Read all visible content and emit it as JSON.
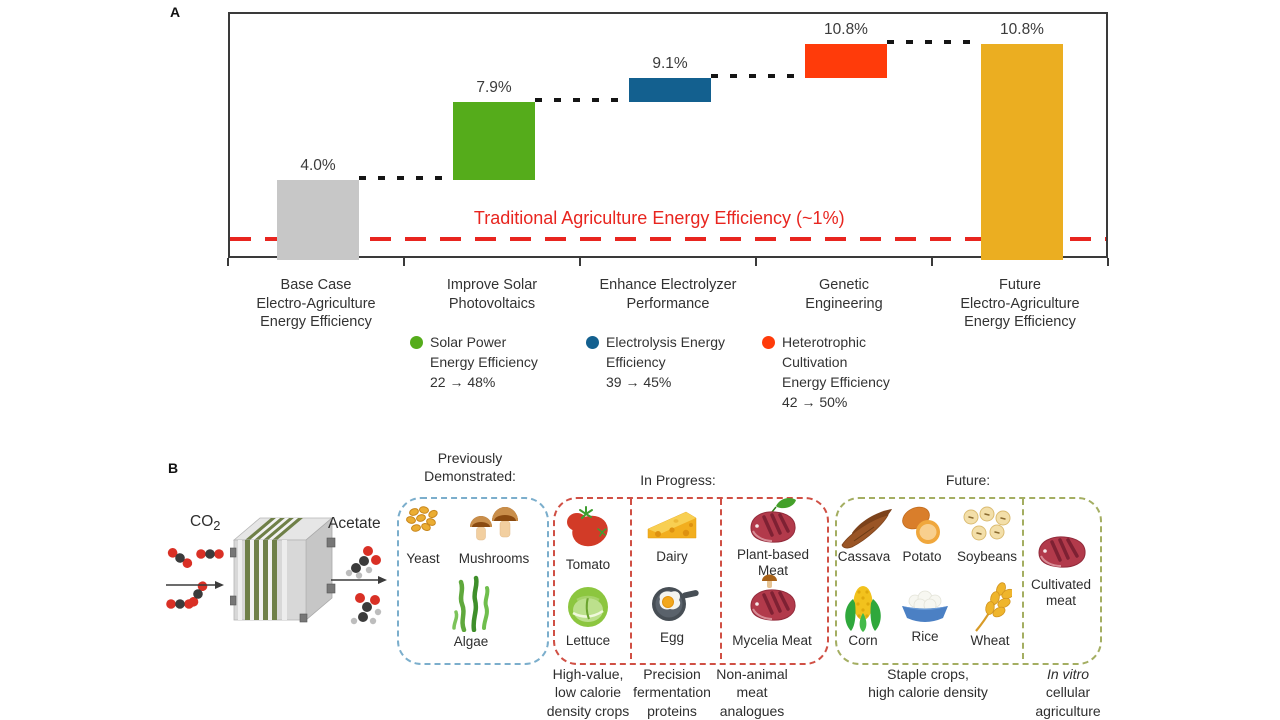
{
  "figure_background": "#ffffff",
  "panelA": {
    "label": "A"
  },
  "chart_data": {
    "type": "bar",
    "subtype": "waterfall",
    "unit": "%",
    "ylim": [
      0,
      12.3
    ],
    "grid": false,
    "categories": [
      "Base Case\nElectro-Agriculture\nEnergy Efficiency",
      "Improve Solar\nPhotovoltaics",
      "Enhance Electrolyzer\nPerformance",
      "Genetic\nEngineering",
      "Future\nElectro-Agriculture\nEnergy Efficiency"
    ],
    "bars": [
      {
        "label": "4.0%",
        "start": 0,
        "end": 4.0,
        "color": "#c7c7c7"
      },
      {
        "label": "7.9%",
        "start": 4.0,
        "end": 7.9,
        "color": "#55ac1b"
      },
      {
        "label": "9.1%",
        "start": 7.9,
        "end": 9.1,
        "color": "#13608f"
      },
      {
        "label": "10.8%",
        "start": 9.1,
        "end": 10.8,
        "color": "#ff3b0a"
      },
      {
        "label": "10.8%",
        "start": 0,
        "end": 10.8,
        "color": "#ebae21"
      }
    ],
    "threshold": {
      "value": 1.0,
      "label": "Traditional Agriculture Energy Efficiency (~1%)",
      "color": "#e8251f"
    },
    "legend_position": "below-categories",
    "legend": [
      {
        "color": "#55ac1b",
        "anchor_category": 1,
        "text": "Solar Power\nEnergy Efficiency\n22 → 48%"
      },
      {
        "color": "#13608f",
        "anchor_category": 2,
        "text": "Electrolysis Energy\nEfficiency\n39 → 45%"
      },
      {
        "color": "#ff3b0a",
        "anchor_category": 3,
        "text": "Heterotrophic\nCultivation\nEnergy Efficiency\n42 → 50%"
      }
    ]
  },
  "panelB": {
    "label": "B",
    "co2_prefix": "CO",
    "co2_sub": "2",
    "acetate": "Acetate",
    "headings": {
      "previously": "Previously\nDemonstrated:",
      "in_progress": "In Progress:",
      "future": "Future:"
    },
    "items": {
      "yeast": "Yeast",
      "mushrooms": "Mushrooms",
      "algae": "Algae",
      "tomato": "Tomato",
      "lettuce": "Lettuce",
      "dairy": "Dairy",
      "egg": "Egg",
      "plant_meat": "Plant-based\nMeat",
      "mycelia_meat": "Mycelia Meat",
      "cassava": "Cassava",
      "potato": "Potato",
      "soybeans": "Soybeans",
      "corn": "Corn",
      "rice": "Rice",
      "wheat": "Wheat",
      "cultivated_meat": "Cultivated\nmeat"
    },
    "captions": {
      "crops": "High-value,\nlow calorie\ndensity crops",
      "fermentation": "Precision\nfermentation\nproteins",
      "meat": "Non-animal\nmeat\nanalogues",
      "staple": "Staple crops,\nhigh calorie density",
      "invitro_italic": "In vitro",
      "invitro_rest": "\ncellular\nagriculture"
    },
    "box_colors": {
      "previously": "#7baecc",
      "in_progress": "#d05045",
      "future": "#a4ae62"
    }
  }
}
